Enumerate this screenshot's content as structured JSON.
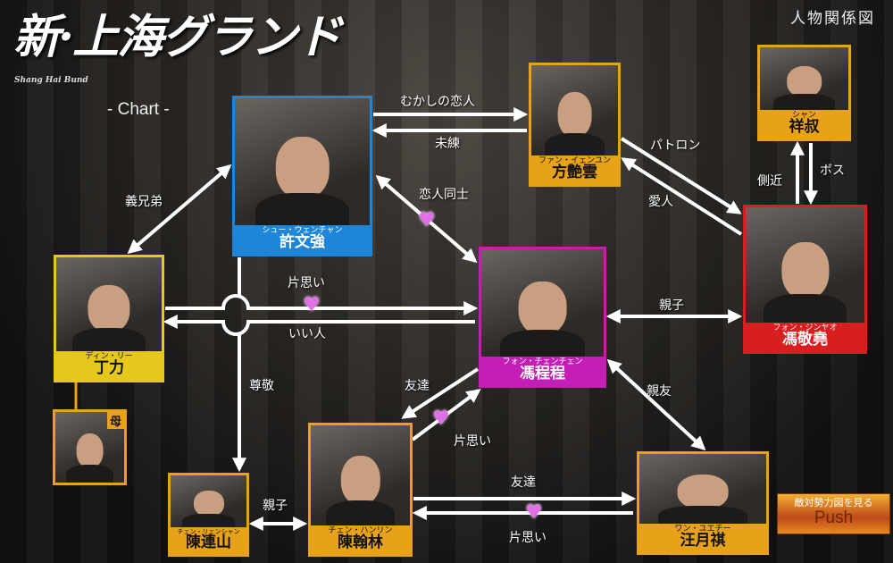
{
  "header": {
    "title": "新·上海グランド",
    "title_en": "Shang Hai Bund",
    "subtitle": "- Chart -",
    "corner_label": "人物関係図"
  },
  "colors": {
    "xu": "#1e86d8",
    "fang": "#e8a21a",
    "xiang": "#e8a21a",
    "feng_j": "#d81e1e",
    "feng_c": "#c41fb4",
    "ding": "#e6c81c",
    "chen": "#e8a21a"
  },
  "characters": {
    "xu": {
      "kana": "シュー・ウェンチャン",
      "kanji": "許文強"
    },
    "fang": {
      "kana": "ファン・イェンユン",
      "kanji": "方艶雲"
    },
    "xiang": {
      "kana": "シャン",
      "kanji": "祥叔"
    },
    "feng_j": {
      "kana": "フォン・ジンヤオ",
      "kanji": "馮敬堯"
    },
    "feng_c": {
      "kana": "フォン・チェンチェン",
      "kanji": "馮程程"
    },
    "ding": {
      "kana": "ディン・リー",
      "kanji": "丁力"
    },
    "mother": {
      "tag": "母"
    },
    "chen_l": {
      "kana": "チェン・リェンシャン",
      "kanji": "陳連山"
    },
    "chen_h": {
      "kana": "チェン・ハンリン",
      "kanji": "陳翰林"
    },
    "wang": {
      "kana": "ワン・ユエチー",
      "kanji": "汪月祺"
    }
  },
  "relations": {
    "old_lover": "むかしの恋人",
    "lingering": "未練",
    "patron": "パトロン",
    "lover": "愛人",
    "aide": "側近",
    "boss": "ボス",
    "sworn_brothers": "義兄弟",
    "lovers": "恋人同士",
    "unrequited1": "片思い",
    "good_person": "いい人",
    "parent_child1": "親子",
    "respect": "尊敬",
    "friend1": "友達",
    "unrequited2": "片思い",
    "best_friend": "親友",
    "parent_child2": "親子",
    "friend2": "友達",
    "unrequited3": "片思い"
  },
  "push_button": {
    "text": "敵対勢力図を見る",
    "label": "Push"
  }
}
